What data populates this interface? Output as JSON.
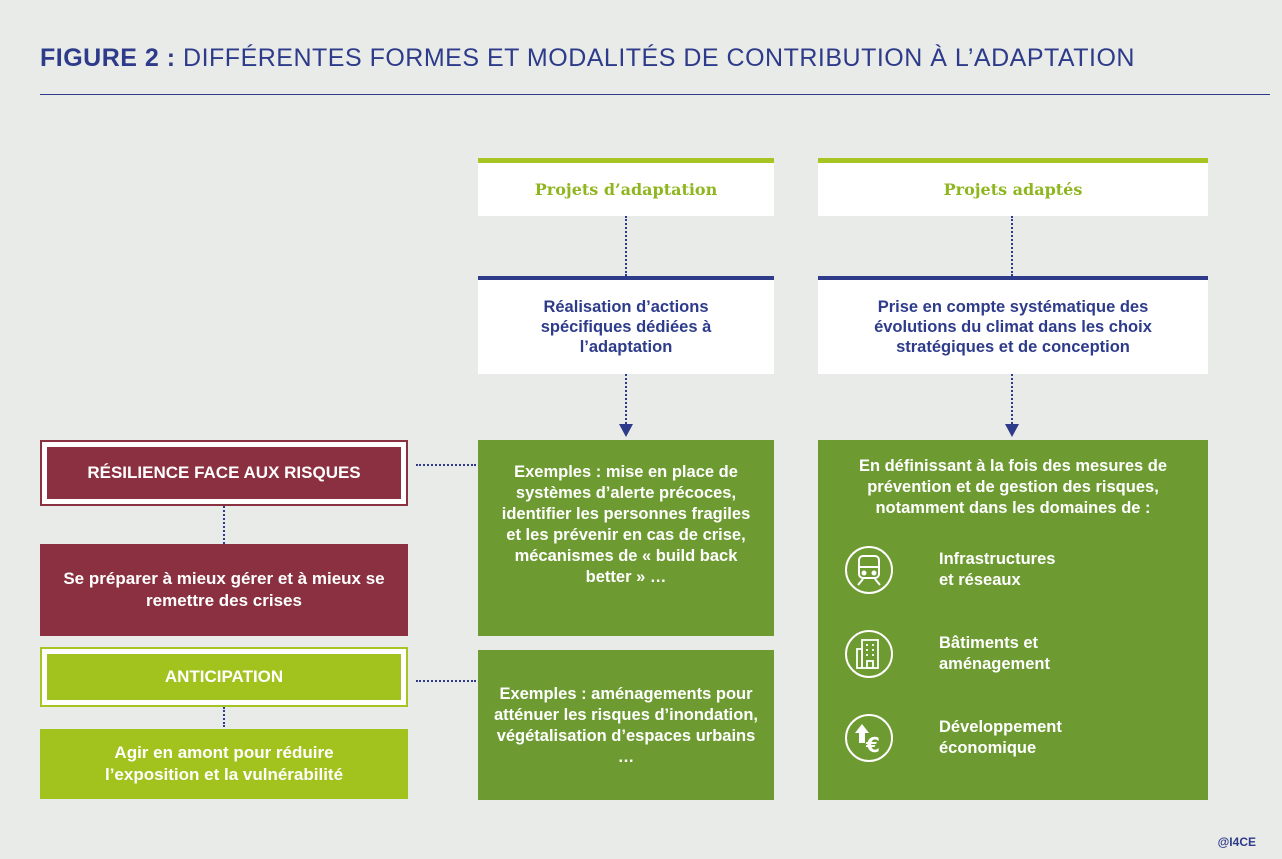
{
  "title": {
    "bold": "FIGURE 2 :",
    "rest": " DIFFÉRENTES FORMES ET MODALITÉS DE CONTRIBUTION À L’ADAPTATION"
  },
  "columns": [
    {
      "header": "Projets d’adaptation",
      "description": "Réalisation d’actions spécifiques dédiées à l’adaptation"
    },
    {
      "header": "Projets adaptés",
      "description": "Prise en compte systématique des évolutions du climat dans les choix stratégiques et de conception"
    }
  ],
  "rows": [
    {
      "label": "RÉSILIENCE FACE AUX RISQUES",
      "detail": "Se préparer à mieux gérer et à mieux se remettre des crises",
      "example": "Exemples : mise en place de systèmes d’alerte précoces, identifier les personnes fragiles et les prévenir en cas de crise, mécanismes de « build back better » …"
    },
    {
      "label": "ANTICIPATION",
      "detail": "Agir en amont pour réduire l’exposition et la vulnérabilité",
      "example": "Exemples : aménagements pour atténuer les risques d’inondation, végétalisation d’espaces urbains …"
    }
  ],
  "adapted_box": {
    "intro": "En définissant à la fois des mesures de prévention et de gestion des risques, notamment dans les domaines de :",
    "domains": [
      {
        "icon": "train-icon",
        "label": "Infrastructures\net réseaux"
      },
      {
        "icon": "building-icon",
        "label": "Bâtiments et\naménagement"
      },
      {
        "icon": "euro-growth-icon",
        "label": "Développement\néconomique"
      }
    ]
  },
  "colors": {
    "navy": "#2d3b8a",
    "lime": "#a7c522",
    "green": "#6e9a32",
    "burgundy": "#8b3040"
  },
  "credit": "@I4CE"
}
